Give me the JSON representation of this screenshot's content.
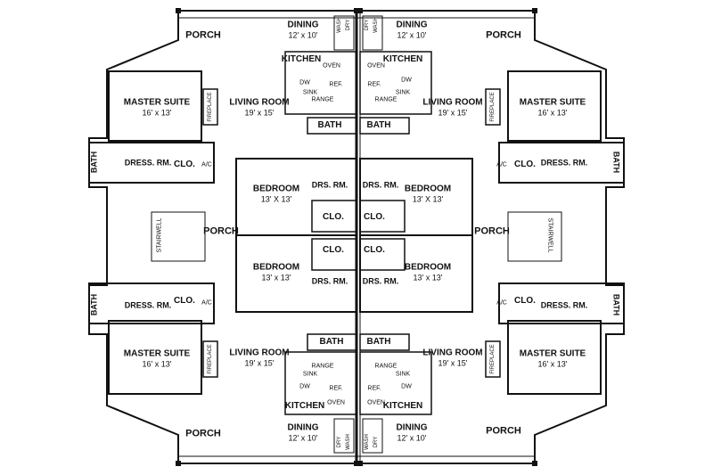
{
  "rooms": {
    "porch": "PORCH",
    "dining": "DINING",
    "dining_dim": "12' x 10'",
    "kitchen": "KITCHEN",
    "living_room": "LIVING ROOM",
    "living_dim": "19' x 15'",
    "master_suite": "MASTER SUITE",
    "master_dim": "16' x 13'",
    "bath": "BATH",
    "dress_rm": "DRESS. RM.",
    "clo": "CLO.",
    "ac": "A/C",
    "bedroom": "BEDROOM",
    "bedroom_dim": "13' X 13'",
    "bedroom_dim_alt": "13' x 13'",
    "drs_rm": "DRS. RM.",
    "stairwell": "STAIRWELL",
    "fireplace": "FIREPLACE",
    "oven": "OVEN",
    "ref": "REF.",
    "dw": "DW",
    "sink": "SINK",
    "range": "RANGE",
    "wash": "WASH",
    "dry": "DRY"
  }
}
